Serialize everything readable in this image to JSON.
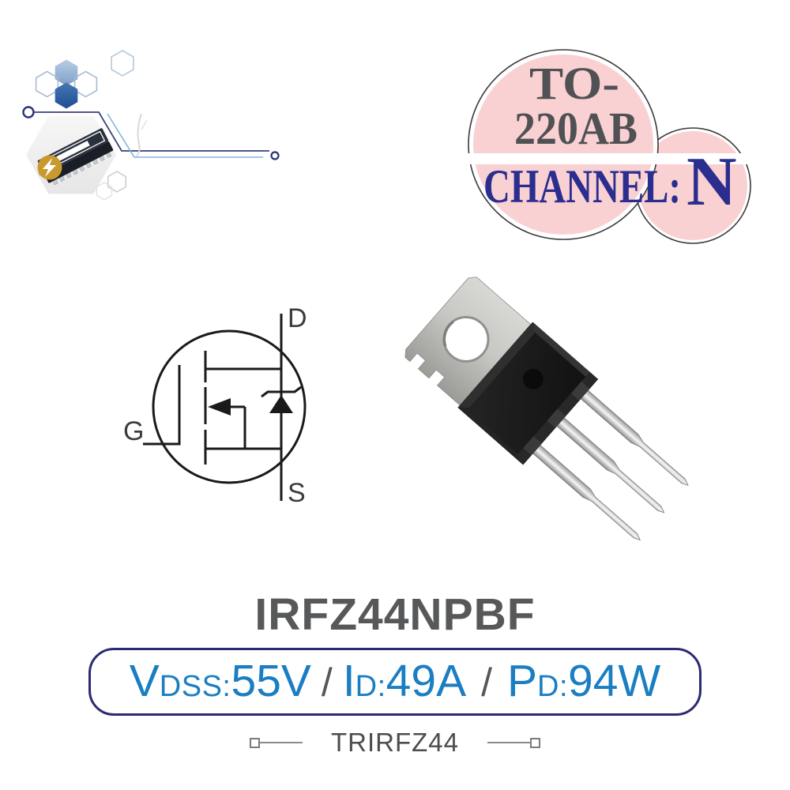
{
  "page": {
    "background": "#ffffff",
    "kind": "mosfet-product-image"
  },
  "brand_logo": {
    "icon_names": [
      "hexagon-icon",
      "chip-icon",
      "lightning-icon",
      "node-circle-icon",
      "circuit-trace"
    ],
    "navy": "#2b3272",
    "light_blue": "#85b2d8",
    "gold": "#c9992e"
  },
  "badge": {
    "package_line1": "TO-",
    "package_line2": "220AB",
    "channel_label": "CHANNEL:",
    "channel_value": "N",
    "bubble_fill": "#f9d1d3",
    "bubble_outline": "#3a3a3a",
    "package_text_color": "#4f5154",
    "channel_text_color": "#2b2e8e"
  },
  "schematic": {
    "drain_label": "D",
    "gate_label": "G",
    "source_label": "S",
    "line_color": "#1a1a1a"
  },
  "product": {
    "title": "IRFZ44NPBF",
    "title_color": "#57585a",
    "footer_code": "TRIRFZ44"
  },
  "specs": {
    "border_color": "#2b2a72",
    "value_color": "#1b7ec2",
    "separator_color": "#55565a",
    "segments": [
      {
        "t": "V",
        "k": "big"
      },
      {
        "t": "DSS:",
        "k": "small"
      },
      {
        "t": "55V",
        "k": "big"
      },
      {
        "t": "/",
        "k": "sep"
      },
      {
        "t": "I",
        "k": "big"
      },
      {
        "t": "D:",
        "k": "small"
      },
      {
        "t": "49A",
        "k": "big"
      },
      {
        "t": "/",
        "k": "sep"
      },
      {
        "t": "P",
        "k": "big"
      },
      {
        "t": "D:",
        "k": "small"
      },
      {
        "t": "94W",
        "k": "big"
      }
    ]
  }
}
